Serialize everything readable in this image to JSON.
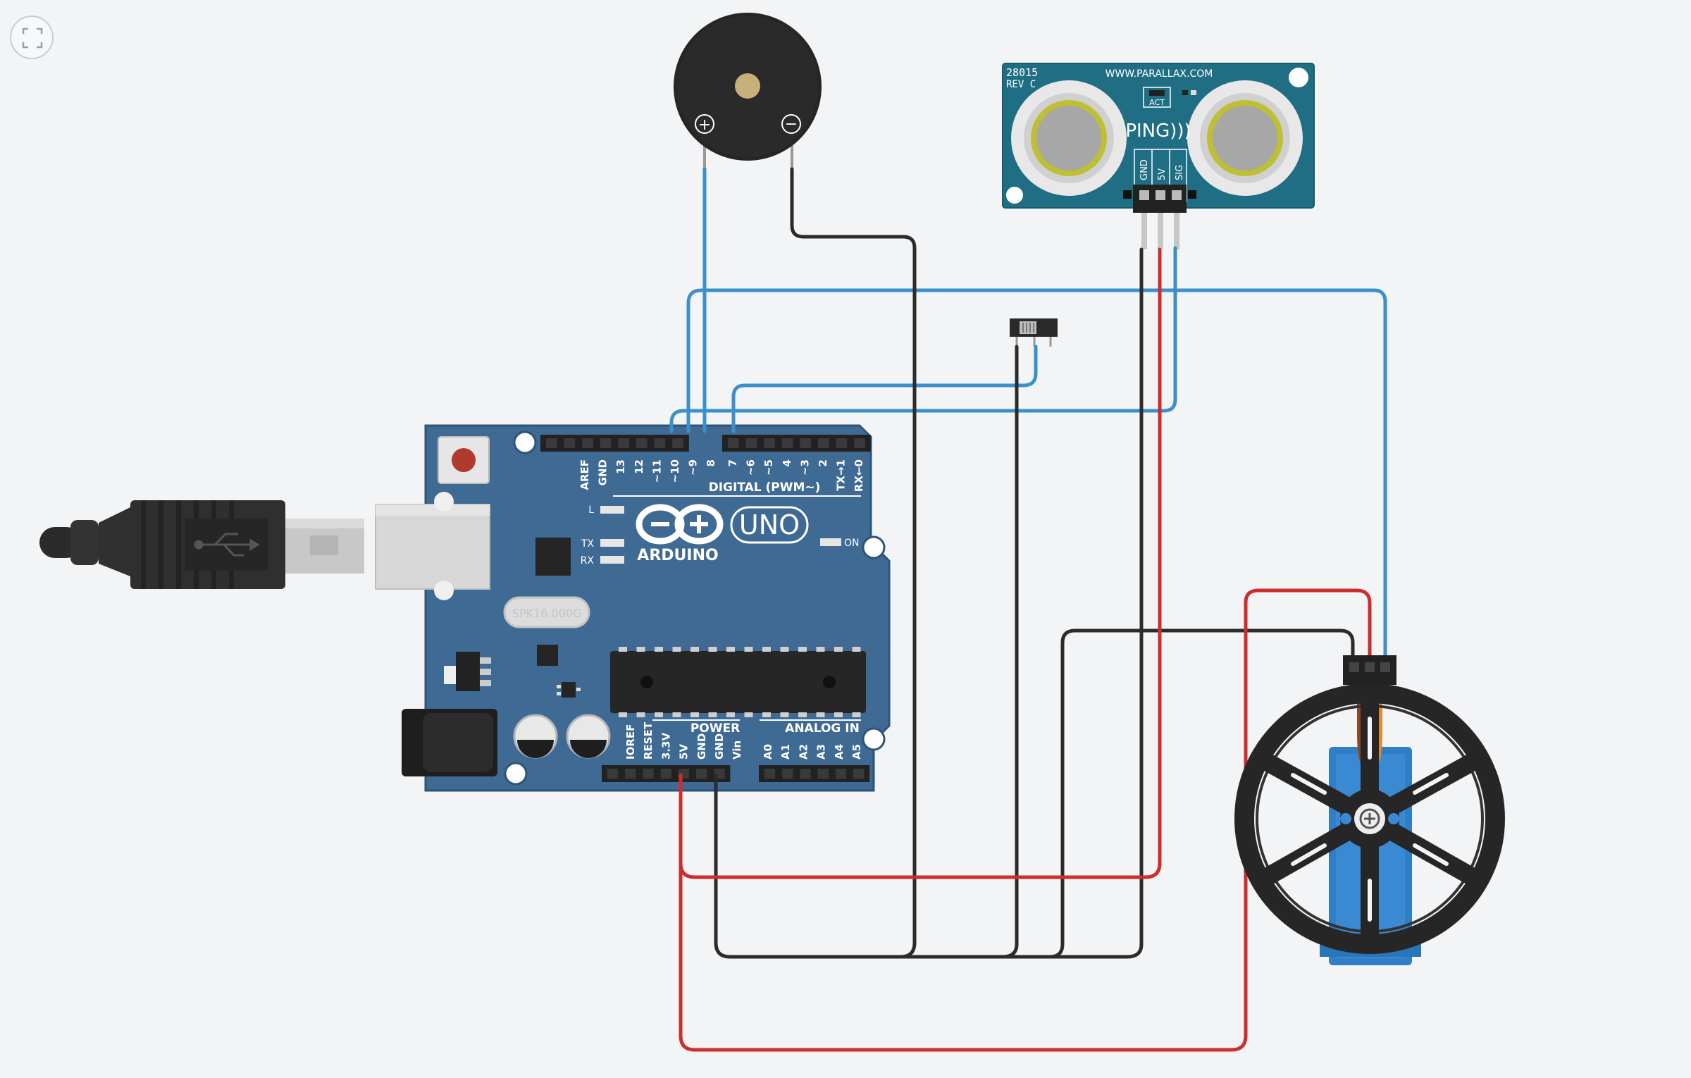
{
  "toolbar": {
    "fit_icon": "fit-to-view-icon"
  },
  "arduino": {
    "brand": "ARDUINO",
    "model": "UNO",
    "crystal": "SPK16.000G",
    "digital_header_label": "DIGITAL (PWM~)",
    "power_label": "POWER",
    "analog_label": "ANALOG IN",
    "led_l": "L",
    "led_tx": "TX",
    "led_rx": "RX",
    "led_on": "ON",
    "digital_pins": [
      "AREF",
      "GND",
      "13",
      "12",
      "~11",
      "~10",
      "~9",
      "8",
      "7",
      "~6",
      "~5",
      "4",
      "~3",
      "2",
      "TX→1",
      "RX←0"
    ],
    "power_pins": [
      "IOREF",
      "RESET",
      "3.3V",
      "5V",
      "GND",
      "GND",
      "Vin"
    ],
    "analog_pins": [
      "A0",
      "A1",
      "A2",
      "A3",
      "A4",
      "A5"
    ]
  },
  "ping_sensor": {
    "part_number": "28015",
    "revision": "REV C",
    "website": "WWW.PARALLAX.COM",
    "act_label": "ACT",
    "name": "PING)))",
    "pins": [
      "GND",
      "5V",
      "SIG"
    ]
  },
  "buzzer": {
    "plus": "+",
    "minus": "−"
  },
  "usb_icon": "usb-icon",
  "colors": {
    "background": "#f3f4f6",
    "board": "#3e6a94",
    "sensor": "#1f6e84",
    "wire_blue": "#3d8fc9",
    "wire_red": "#cc2e2e",
    "wire_black": "#2b2b2b",
    "servo_blue": "#2f7ec6"
  }
}
